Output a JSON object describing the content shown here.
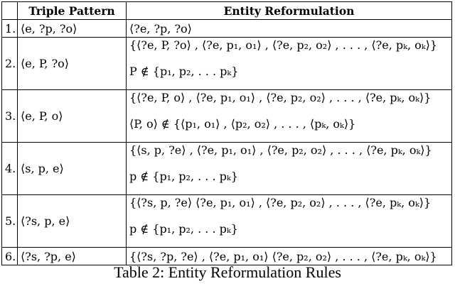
{
  "table": {
    "headers": [
      "",
      "Triple Pattern",
      "Entity Reformulation"
    ],
    "rows": [
      {
        "num": "1.",
        "pattern": "⟨e, ?p, ?o⟩",
        "reformulation": [
          "⟨?e, ?p, ?o⟩"
        ]
      },
      {
        "num": "2.",
        "pattern": "⟨e, P, ?o⟩",
        "reformulation": [
          "{⟨?e, P, ?o⟩ , ⟨?e, p₁, o₁⟩ , ⟨?e, p₂, o₂⟩ , . . . , ⟨?e, pₖ, oₖ⟩}",
          "P ∉ {p₁, p₂, . . . pₖ}"
        ]
      },
      {
        "num": "3.",
        "pattern": "⟨e, P, o⟩",
        "reformulation": [
          "{⟨?e, P, o⟩ , ⟨?e, p₁, o₁⟩ , ⟨?e, p₂, o₂⟩ , . . . , ⟨?e, pₖ, oₖ⟩}",
          "⟨P, o⟩ ∉ {⟨p₁, o₁⟩ , ⟨p₂, o₂⟩ , . . . , ⟨pₖ, oₖ⟩}"
        ]
      },
      {
        "num": "4.",
        "pattern": "⟨s, p, e⟩",
        "reformulation": [
          "{⟨s, p, ?e⟩ , ⟨?e, p₁, o₁⟩ , ⟨?e, p₂, o₂⟩ , . . . , ⟨?e, pₖ, oₖ⟩}",
          "p ∉ {p₁, p₂, . . . pₖ}"
        ]
      },
      {
        "num": "5.",
        "pattern": "⟨?s, p, e⟩",
        "reformulation": [
          "{⟨?s, p, ?e⟩ ⟨?e, p₁, o₁⟩ , ⟨?e, p₂, o₂⟩ , . . . , ⟨?e, pₖ, oₖ⟩}",
          "p ∉ {p₁, p₂, . . . pₖ}"
        ]
      },
      {
        "num": "6.",
        "pattern": "⟨?s, ?p, e⟩",
        "reformulation": [
          "{⟨?s, ?p, ?e⟩ , ⟨?e, p₁, o₁⟩ ⟨?e, p₂, o₂⟩ , . . . , ⟨?e, pₖ, oₖ⟩}"
        ]
      }
    ]
  },
  "caption": "Table 2: Entity Reformulation Rules"
}
